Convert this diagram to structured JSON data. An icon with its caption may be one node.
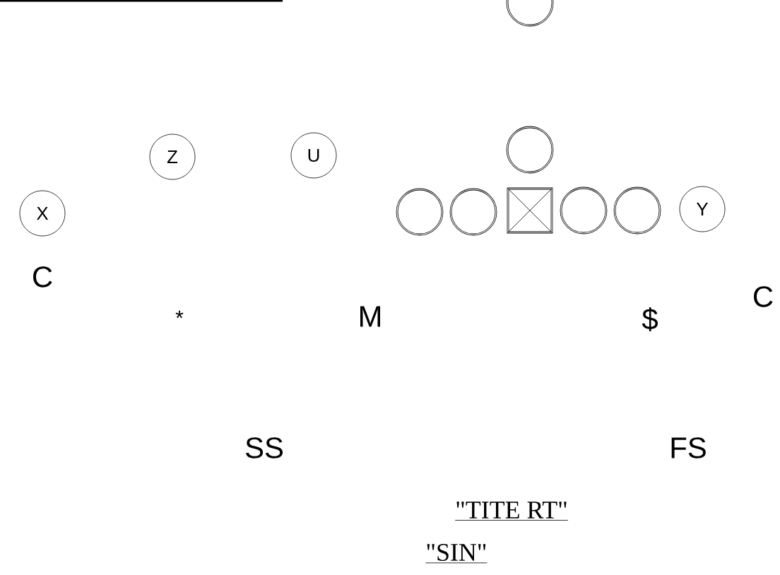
{
  "diagram": {
    "nodes": [
      {
        "text": [],
        "shape": "circle"
      },
      {
        "text": [
          "Z"
        ]
      },
      {
        "text": [
          "U"
        ]
      },
      {
        "text": [],
        "shape": "circle"
      },
      {
        "text": [
          "X"
        ]
      },
      {
        "text": [],
        "shape": "circle"
      },
      {
        "text": [],
        "shape": "circle"
      },
      {
        "text": [],
        "shape": "box"
      },
      {
        "text": [],
        "shape": "circle"
      },
      {
        "text": [],
        "shape": "circle"
      },
      {
        "text": [
          "Y"
        ]
      }
    ],
    "labels": [
      "C",
      "C",
      "*",
      "M",
      "$",
      "SS",
      "FS",
      "\"TITE RT\"",
      "\"SIN\""
    ]
  }
}
